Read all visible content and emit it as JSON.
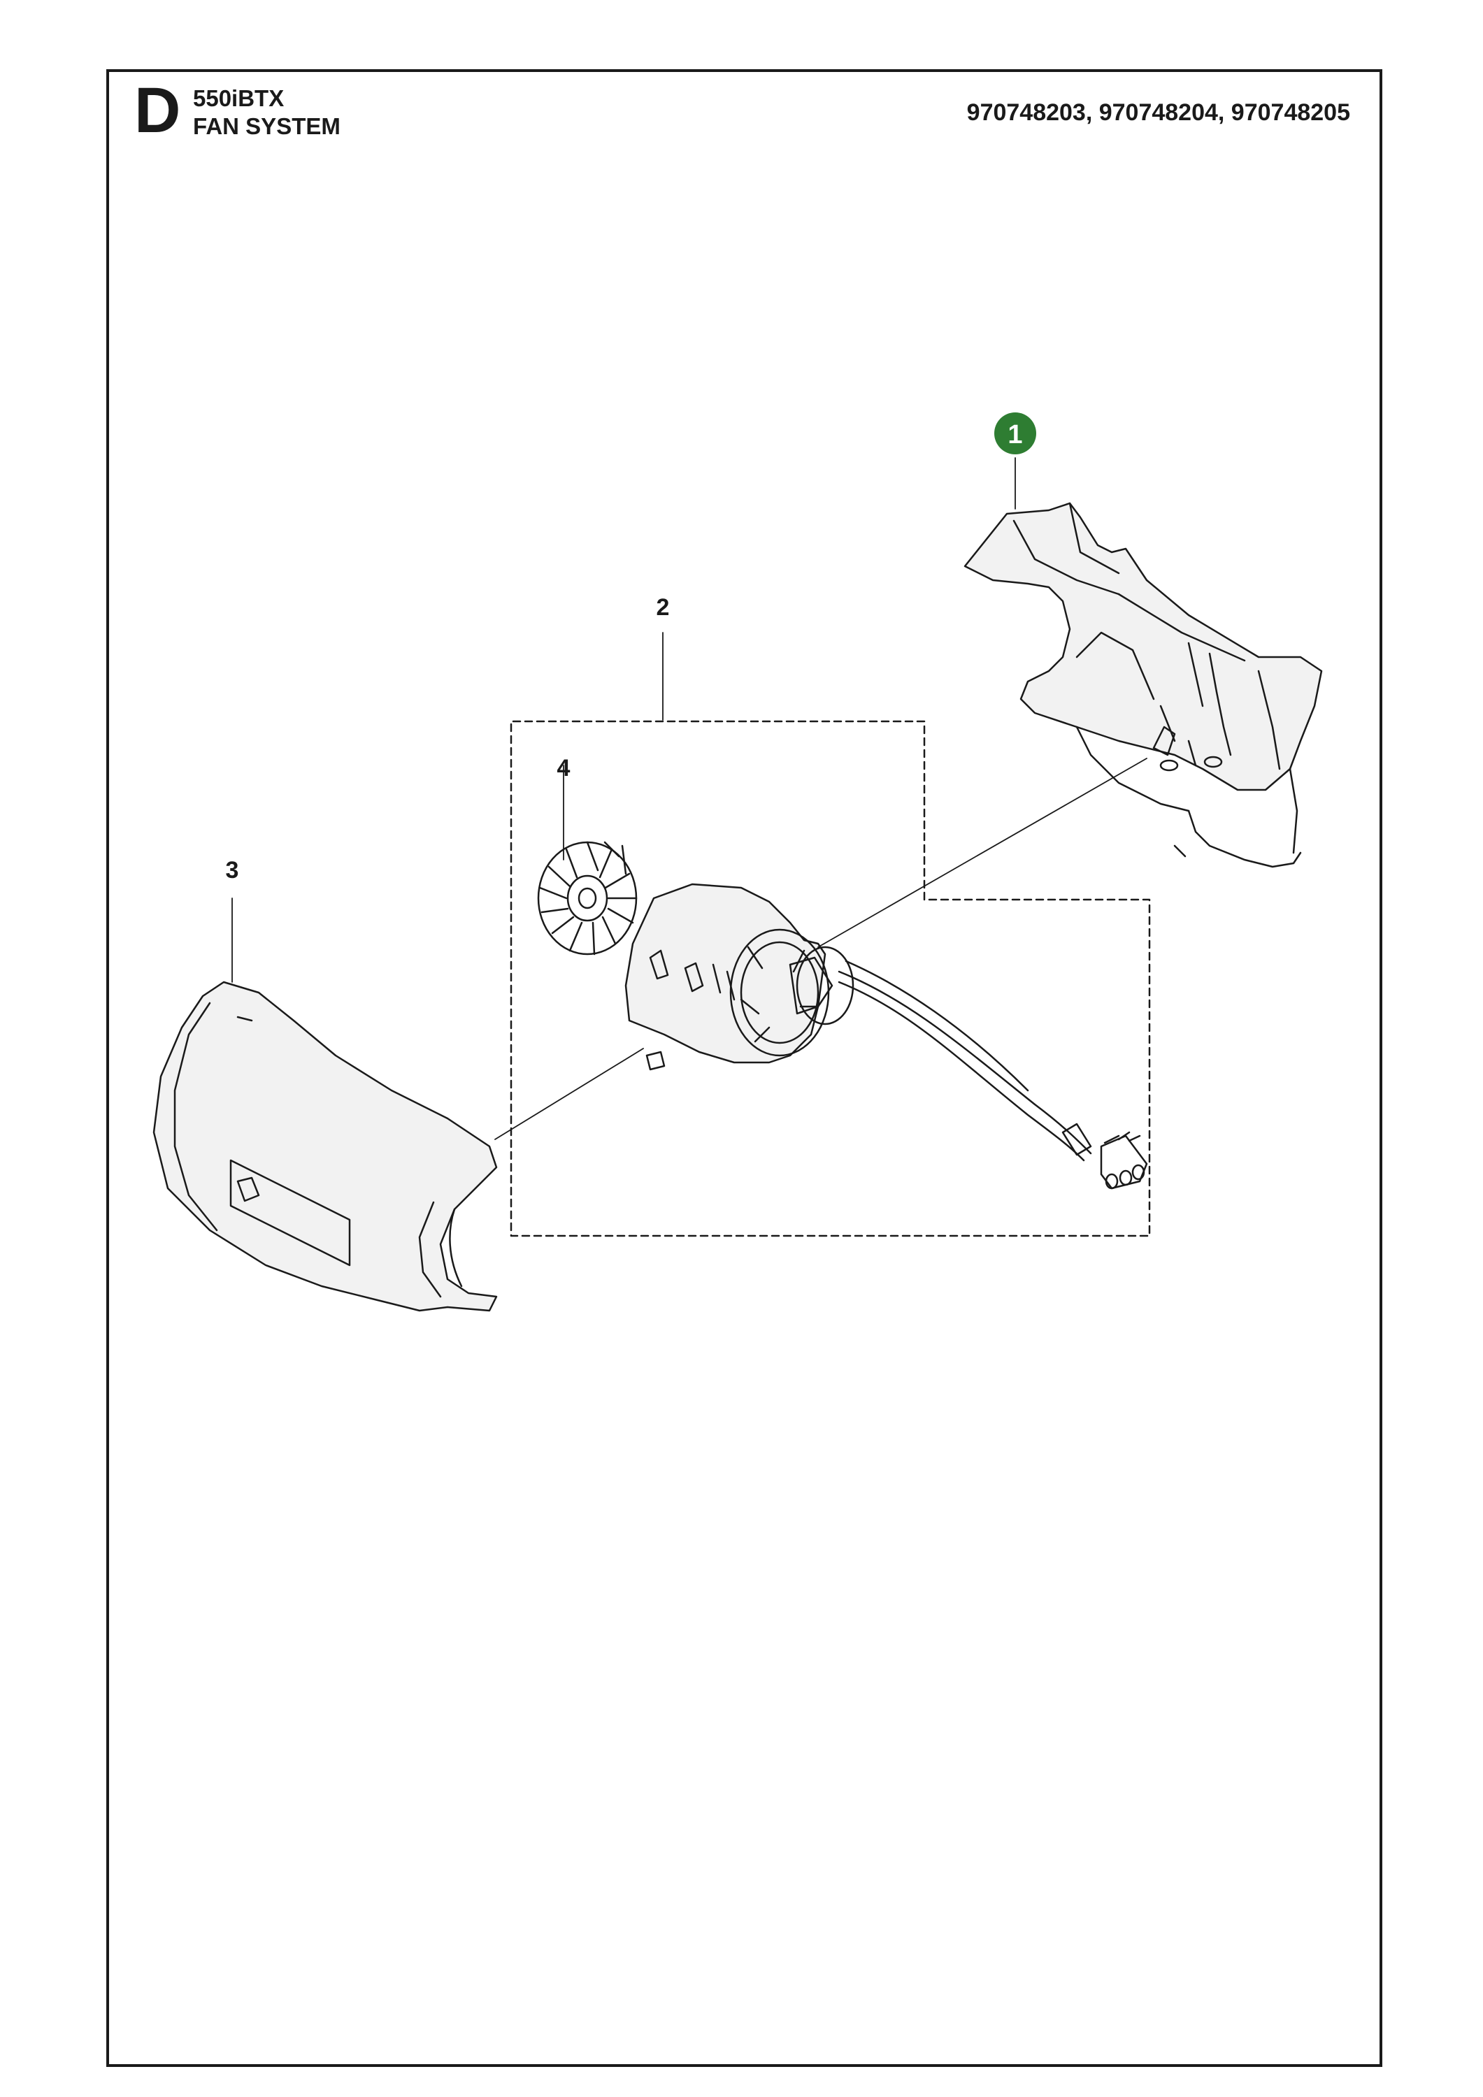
{
  "header": {
    "section": "D",
    "model": "550iBTX",
    "title": "FAN SYSTEM",
    "part_numbers": "970748203, 970748204, 970748205"
  },
  "callouts": [
    {
      "id": "1",
      "label": "1",
      "highlighted": true
    },
    {
      "id": "2",
      "label": "2",
      "highlighted": false
    },
    {
      "id": "3",
      "label": "3",
      "highlighted": false
    },
    {
      "id": "4",
      "label": "4",
      "highlighted": false
    }
  ],
  "colors": {
    "highlight_badge": "#2e7d32",
    "line": "#1a1a1a",
    "part_fill": "#f2f2f2"
  }
}
